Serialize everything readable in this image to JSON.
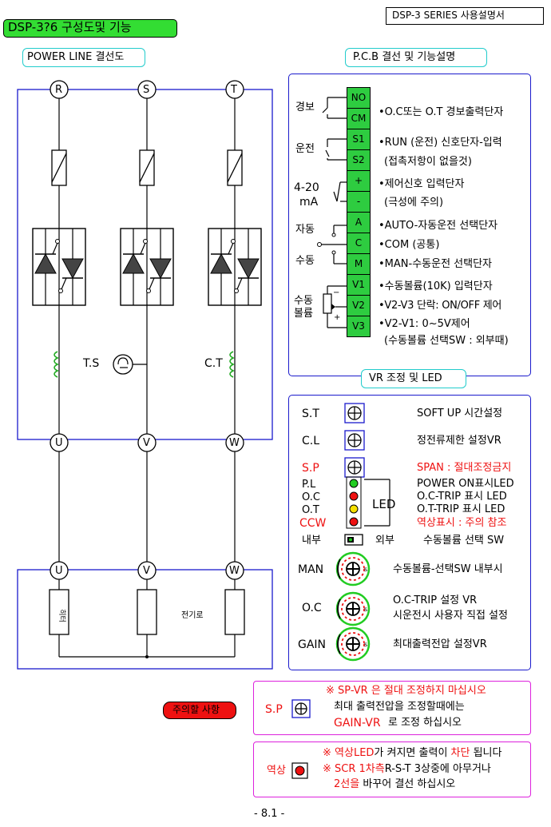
{
  "header": {
    "title_badge": "DSP-3?6 구성도및 기능",
    "series_label": "DSP-3 SERIES 사용설명서"
  },
  "power_line": {
    "title": "POWER LINE 결선도",
    "phases_top": [
      "R",
      "S",
      "T"
    ],
    "phases_mid": [
      "U",
      "V",
      "W"
    ],
    "phases_bottom": [
      "U",
      "V",
      "W"
    ],
    "ts_label": "T.S",
    "ct_label": "C.T",
    "heater_label": "히터",
    "furnace_label": "전기로"
  },
  "pcb": {
    "title": "P.C.B 결선 및 기능설명",
    "terminals": [
      "NO",
      "CM",
      "S1",
      "S2",
      "+",
      "-",
      "A",
      "C",
      "M",
      "V1",
      "V2",
      "V3"
    ],
    "groups": {
      "alarm": "경보",
      "run": "운전",
      "signal_line1": "4-20",
      "signal_line2": "mA",
      "auto": "자동",
      "manual": "수동",
      "vol_line1": "수동",
      "vol_line2": "볼륨"
    },
    "descriptions": [
      "•O.C또는 O.T 경보출력단자",
      "•RUN (운전) 신호단자-입력",
      "(접촉저항이 없을것)",
      "•제어신호 입력단자",
      "(극성에 주의)",
      "•AUTO-자동운전 선택단자",
      "•COM (공통)",
      "•MAN-수동운전 선택단자",
      "•수동볼륨(10K) 입력단자",
      "•V2-V3 단락: ON/OFF 제어",
      "•V2-V1: 0~5V제어",
      "(수동볼륨 선택SW : 외부때)"
    ]
  },
  "vr": {
    "title": "VR 조정 및 LED",
    "st": {
      "label": "S.T",
      "desc": "SOFT UP 시간설정"
    },
    "cl": {
      "label": "C.L",
      "desc": "정전류제한 설정VR"
    },
    "sp": {
      "label": "S.P",
      "desc": "SPAN : 절대조정금지"
    },
    "led_group_label": "LED",
    "leds": [
      {
        "label": "P.L",
        "desc": "POWER ON표시LED",
        "color": "#22cc22"
      },
      {
        "label": "O.C",
        "desc": "O.C-TRIP 표시 LED",
        "color": "#ee1111"
      },
      {
        "label": "O.T",
        "desc": "O.T-TRIP 표시 LED",
        "color": "#f5e000"
      },
      {
        "label": "CCW",
        "desc": "역상표시 : 주의 참조",
        "color": "#ee1111"
      }
    ],
    "switch": {
      "inner": "내부",
      "outer": "외부",
      "desc": "수동볼륨 선택 SW"
    },
    "knobs": [
      {
        "label": "MAN",
        "desc1": "수동볼륨-선택SW 내부시",
        "desc2": ""
      },
      {
        "label": "O.C",
        "desc1": "O.C-TRIP 설정 VR",
        "desc2": "시운전시 사용자 직접 설정"
      },
      {
        "label": "GAIN",
        "desc1": "최대출력전압 설정VR",
        "desc2": ""
      }
    ]
  },
  "caution": {
    "badge": "주의할 사항",
    "sp_box": {
      "label": "S.P",
      "line1": "※ SP-VR 은 절대 조정하지 마십시오",
      "line2": "최대 출력전압을 조정할때에는",
      "line3_red": "GAIN-VR",
      "line3_rest": "로 조정 하십시오"
    },
    "reverse_box": {
      "label": "역상",
      "line1_red_a": "※ 역상LED",
      "line1_mid": "가 켜지면 출력이 ",
      "line1_red_b": "차단",
      "line1_end": " 됩니다",
      "line2_red": "※ SCR 1차측",
      "line2_rest": "R-S-T 3상중에 아무거나",
      "line3_red": "2선을",
      "line3_rest": " 바꾸어 결선 하십시오"
    }
  },
  "footer": {
    "page_number": "- 8.1 -"
  },
  "colors": {
    "badge_green": "#33dd33",
    "cyan_outline": "#22cccc",
    "blue_frame": "#1a1acc",
    "magenta_frame": "#dd22dd",
    "terminal_green": "#2ecc40",
    "red_text": "#ee1111",
    "thyristor_fill": "#444444"
  }
}
